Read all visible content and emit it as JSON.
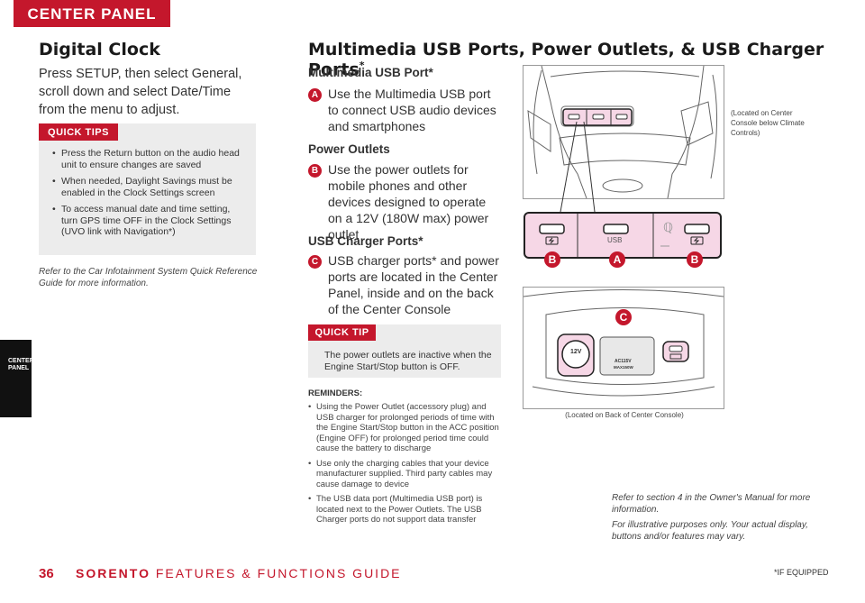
{
  "header": {
    "section_tab": "CENTER PANEL",
    "side_tab": "CENTER PANEL"
  },
  "left": {
    "title": "Digital Clock",
    "body": "Press SETUP, then select General, scroll down and select Date/Time from the menu to adjust.",
    "quick_tips_label": "QUICK TIPS",
    "tips": [
      "Press the Return button on the audio head unit to ensure changes are saved",
      "When needed, Daylight Savings must be enabled in the Clock Settings screen",
      "To access manual date and time setting, turn GPS time OFF in the Clock Settings (UVO link with Navigation*)"
    ],
    "refer": "Refer to the Car Infotainment System Quick Reference Guide for more information."
  },
  "right": {
    "title": "Multimedia USB Ports, Power Outlets, & USB Charger Ports",
    "title_star": "*",
    "usb_heading": "Multimedia USB Port*",
    "usb_badge": "A",
    "usb_text": "Use the Multimedia USB port to connect USB audio devices and smartphones",
    "power_heading": "Power Outlets",
    "power_badge": "B",
    "power_text": "Use the power outlets for mobile phones and other devices designed to operate on a 12V (180W max) power outlet",
    "charger_heading": "USB Charger Ports*",
    "charger_badge": "C",
    "charger_text": "USB charger ports* and power ports are located in the Center Panel, inside and on the back of the Center Console",
    "quick_tip_label": "QUICK TIP",
    "quick_tip_text": "The power outlets are inactive when the Engine Start/Stop button is OFF.",
    "reminders_heading": "REMINDERS:",
    "reminders": [
      "Using the Power Outlet (accessory plug) and USB charger for prolonged periods of time with the Engine Start/Stop button in the ACC position (Engine OFF) for prolonged period time could cause the battery to discharge",
      "Use only the charging cables that your device manufacturer supplied. Third party cables may cause damage to device",
      "The USB data port (Multimedia USB port) is located next to the Power Outlets. The USB Charger ports do not support data transfer"
    ],
    "caption_top": "(Located on Center Console below Climate Controls)",
    "caption_bottom": "(Located on Back of Center Console)",
    "strip_usb_label": "USB",
    "label_b_left": "B",
    "label_a": "A",
    "label_b_right": "B",
    "label_c": "C",
    "socket_12v": "12V",
    "socket_ac": "AC115V",
    "socket_ac_max": "MAX150W",
    "refer_1": "Refer to section 4 in the Owner's Manual for more information.",
    "refer_2": "For illustrative purposes only. Your actual display, buttons and/or features may vary."
  },
  "footer": {
    "page": "36",
    "brand": "SORENTO",
    "guide": "FEATURES & FUNCTIONS GUIDE",
    "equipped": "*IF EQUIPPED"
  },
  "colors": {
    "accent": "#c4172c",
    "tip_bg": "#ececec",
    "strip": "#f6d7e6"
  }
}
